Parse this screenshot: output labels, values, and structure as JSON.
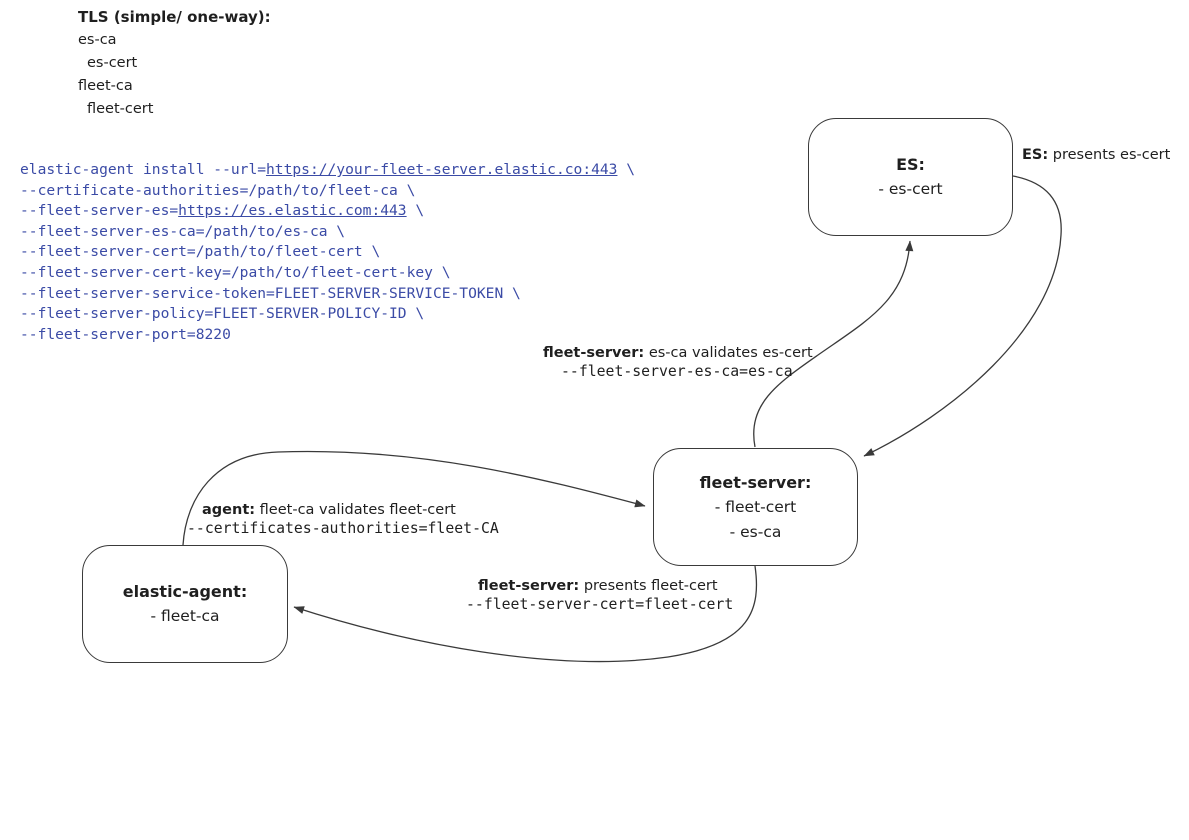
{
  "canvas": {
    "background": "#ffffff",
    "ink_color": "#1f1f1f",
    "line_color": "#3a3a3a",
    "code_color": "#3b4ba6"
  },
  "tls_list": {
    "title": "TLS (simple/ one-way):",
    "items": [
      "es-ca",
      "es-cert",
      "fleet-ca",
      "fleet-cert"
    ]
  },
  "code": {
    "lines": [
      [
        {
          "t": "elastic-agent install --url="
        },
        {
          "t": "https://your-fleet-server.elastic.co:443",
          "u": true
        },
        {
          "t": " \\"
        }
      ],
      [
        {
          "t": "--certificate-authorities=/path/to/fleet-ca \\"
        }
      ],
      [
        {
          "t": "--fleet-server-es="
        },
        {
          "t": "https://es.elastic.com:443",
          "u": true
        },
        {
          "t": " \\"
        }
      ],
      [
        {
          "t": "--fleet-server-es-ca=/path/to/es-ca \\"
        }
      ],
      [
        {
          "t": "--fleet-server-cert=/path/to/fleet-cert \\"
        }
      ],
      [
        {
          "t": "--fleet-server-cert-key=/path/to/fleet-cert-key \\"
        }
      ],
      [
        {
          "t": "--fleet-server-service-token=FLEET-SERVER-SERVICE-TOKEN \\"
        }
      ],
      [
        {
          "t": "--fleet-server-policy=FLEET-SERVER-POLICY-ID \\"
        }
      ],
      [
        {
          "t": "--fleet-server-port=8220"
        }
      ]
    ]
  },
  "nodes": {
    "es": {
      "title": "ES:",
      "items": [
        "- es-cert"
      ]
    },
    "fleet_server": {
      "title": "fleet-server:",
      "items": [
        "- fleet-cert",
        "- es-ca"
      ]
    },
    "elastic_agent": {
      "title": "elastic-agent:",
      "items": [
        "- fleet-ca"
      ]
    }
  },
  "labels": {
    "es_presents": {
      "bold": "ES:",
      "rest": " presents es-cert"
    },
    "fleet_validates": {
      "bold": "fleet-server:",
      "rest": " es-ca validates es-cert",
      "code": "--fleet-server-es-ca=es-ca"
    },
    "agent_validates": {
      "bold": "agent:",
      "rest": " fleet-ca validates fleet-cert",
      "code": "--certificates-authorities=fleet-CA"
    },
    "fleet_presents": {
      "bold": "fleet-server:",
      "rest": " presents fleet-cert",
      "code": "--fleet-server-cert=fleet-cert"
    }
  }
}
